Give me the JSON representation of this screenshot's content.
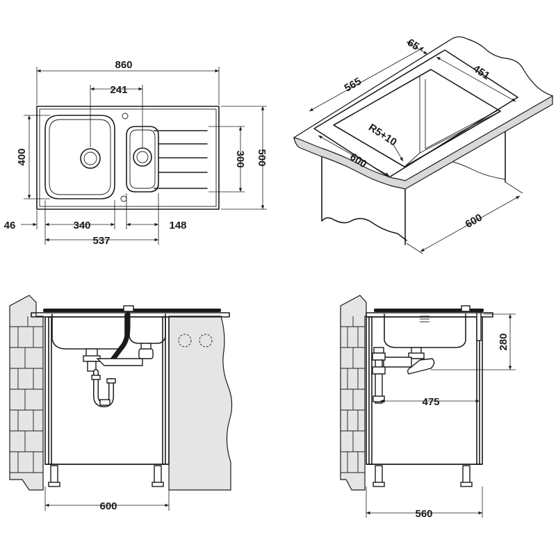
{
  "top_view": {
    "overall_width": "860",
    "bowl_spacing": "241",
    "height_left": "400",
    "height_right": "500",
    "inner_height": "300",
    "offset_left": "46",
    "bowl_width": "340",
    "drainer_width": "148",
    "combined_width": "537"
  },
  "iso_view": {
    "rim": "65",
    "depth": "565",
    "inner_width": "451",
    "radius": "R5+10",
    "cutout": "600",
    "cabinet": "600"
  },
  "front_view": {
    "cabinet_width": "600"
  },
  "side_view": {
    "sink_height": "280",
    "drain_offset": "475",
    "cabinet_depth": "560"
  },
  "colors": {
    "line": "#1a1a1a",
    "wall_fill": "#e5e5e5",
    "countertop_fill": "#d9d9d9",
    "background": "#ffffff"
  }
}
